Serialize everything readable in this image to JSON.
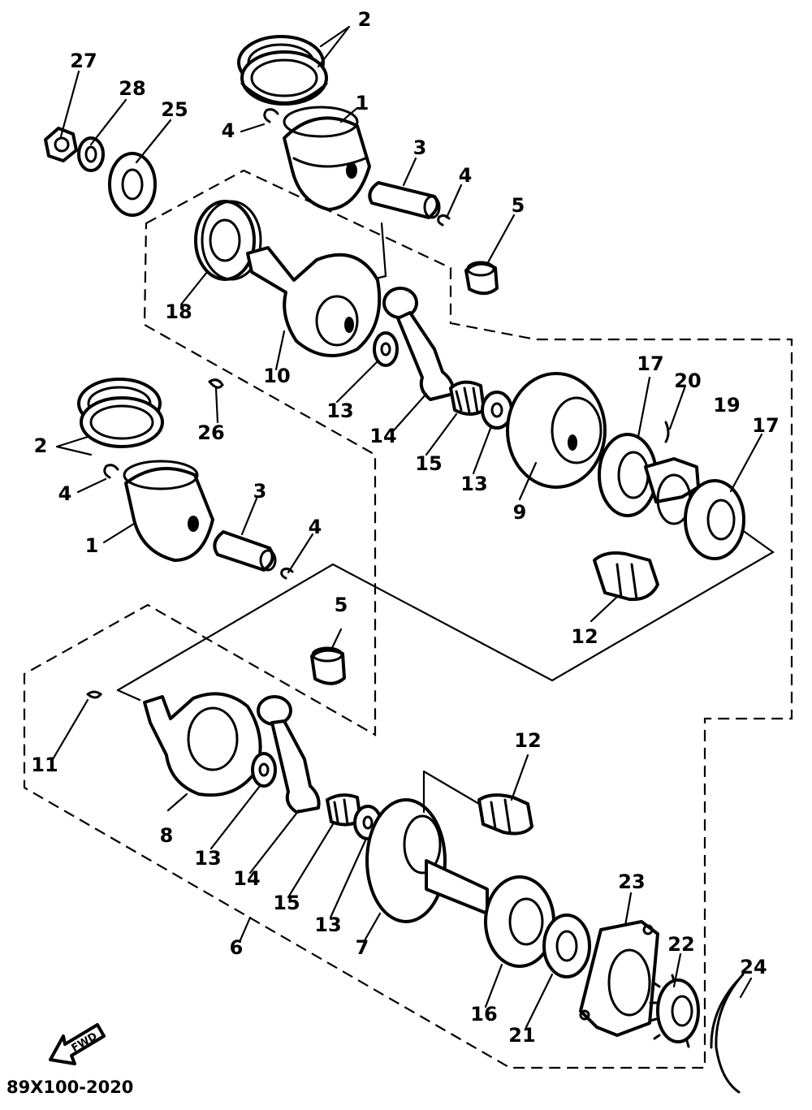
{
  "figure_code": "89X100-2020",
  "forward_arrow_label": "FWD",
  "callouts": {
    "c27": "27",
    "c28": "28",
    "c25": "25",
    "c2a": "2",
    "c4a": "4",
    "c1a": "1",
    "c3a": "3",
    "c4b": "4",
    "c5a": "5",
    "c18": "18",
    "c10": "10",
    "c26": "26",
    "c13a": "13",
    "c14a": "14",
    "c15a": "15",
    "c13b": "13",
    "c9": "9",
    "c17a": "17",
    "c20": "20",
    "c19": "19",
    "c17b": "17",
    "c12a": "12",
    "c2b": "2",
    "c4c": "4",
    "c1b": "1",
    "c3b": "3",
    "c4d": "4",
    "c5b": "5",
    "c11": "11",
    "c8": "8",
    "c13c": "13",
    "c14b": "14",
    "c15b": "15",
    "c13d": "13",
    "c6": "6",
    "c7": "7",
    "c12b": "12",
    "c16": "16",
    "c21": "21",
    "c23": "23",
    "c22": "22",
    "c24": "24"
  }
}
